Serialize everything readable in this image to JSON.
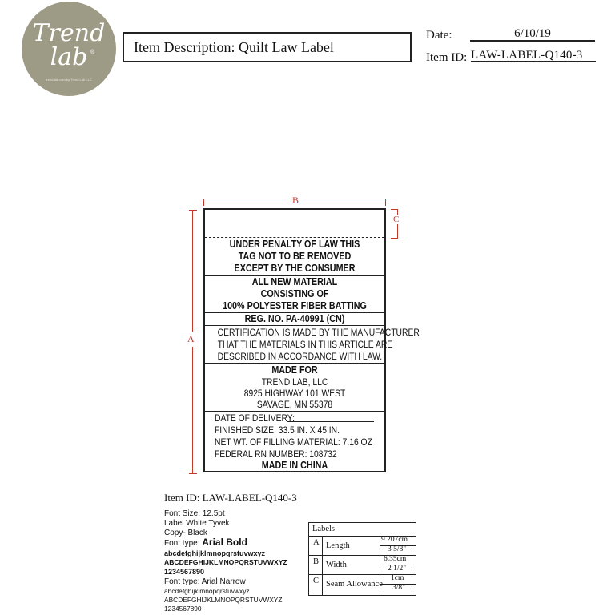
{
  "logo": {
    "line1": "Trend",
    "line2": "lab",
    "trademark": "®",
    "url": "trend-lab.com  by Trend Lab LLC"
  },
  "header": {
    "item_description": "Item Description: Quilt Law Label",
    "date_label": "Date:",
    "date_value": "6/10/19",
    "item_id_label": "Item ID:",
    "item_id_value": "LAW-LABEL-Q140-3"
  },
  "dimensions": {
    "a": "A",
    "b": "B",
    "c": "C"
  },
  "label": {
    "penalty": [
      "UNDER PENALTY OF LAW THIS",
      "TAG NOT TO BE REMOVED",
      "EXCEPT BY THE CONSUMER"
    ],
    "material": [
      "ALL NEW MATERIAL",
      "CONSISTING OF",
      "100% POLYESTER FIBER BATTING"
    ],
    "reg_no": "REG. NO. PA-40991 (CN)",
    "certification": [
      "CERTIFICATION IS MADE BY THE MANUFACTURER",
      "THAT THE MATERIALS IN THIS ARTICLE ARE",
      "DESCRIBED IN ACCORDANCE WITH LAW."
    ],
    "made_for_heading": "MADE FOR",
    "made_for": [
      "TREND LAB, LLC",
      "8925 HIGHWAY 101 WEST",
      "SAVAGE, MN 55378"
    ],
    "date_of_delivery": "DATE OF DELIVERY:",
    "finished_size": "FINISHED SIZE: 33.5 IN. X 45 IN.",
    "net_wt": "NET WT. OF FILLING MATERIAL: 7.16 OZ",
    "rn_number": "FEDERAL RN NUMBER: 108732",
    "made_in": "MADE IN CHINA"
  },
  "specs": {
    "item_id": "Item ID: LAW-LABEL-Q140-3",
    "font_size": "Font Size: 12.5pt",
    "label_material": "Label White Tyvek",
    "copy": "Copy- Black",
    "font_type_1_prefix": "Font type: ",
    "font_type_1_name": "Arial Bold",
    "bold_lower": "abcdefghijklmnopqrstuvwxyz",
    "bold_upper": "ABCDEFGHIJKLMNOPQRSTUVWXYZ",
    "bold_digits": "1234567890",
    "font_type_2": "Font type: Arial Narrow",
    "narrow_lower": "abcdefghijklmnopqrstuvwxyz",
    "narrow_upper": "ABCDEFGHIJKLMNOPQRSTUVWXYZ",
    "narrow_digits": "1234567890"
  },
  "labels_table": {
    "title": "Labels",
    "rows": [
      {
        "key": "A",
        "name": "Length",
        "metric": "9.207cm",
        "imperial": "3 5/8\""
      },
      {
        "key": "B",
        "name": "Width",
        "metric": "6.35cm",
        "imperial": "2 1/2\""
      },
      {
        "key": "C",
        "name": "Seam Allowance",
        "metric": "1cm",
        "imperial": "3/8\""
      }
    ]
  }
}
